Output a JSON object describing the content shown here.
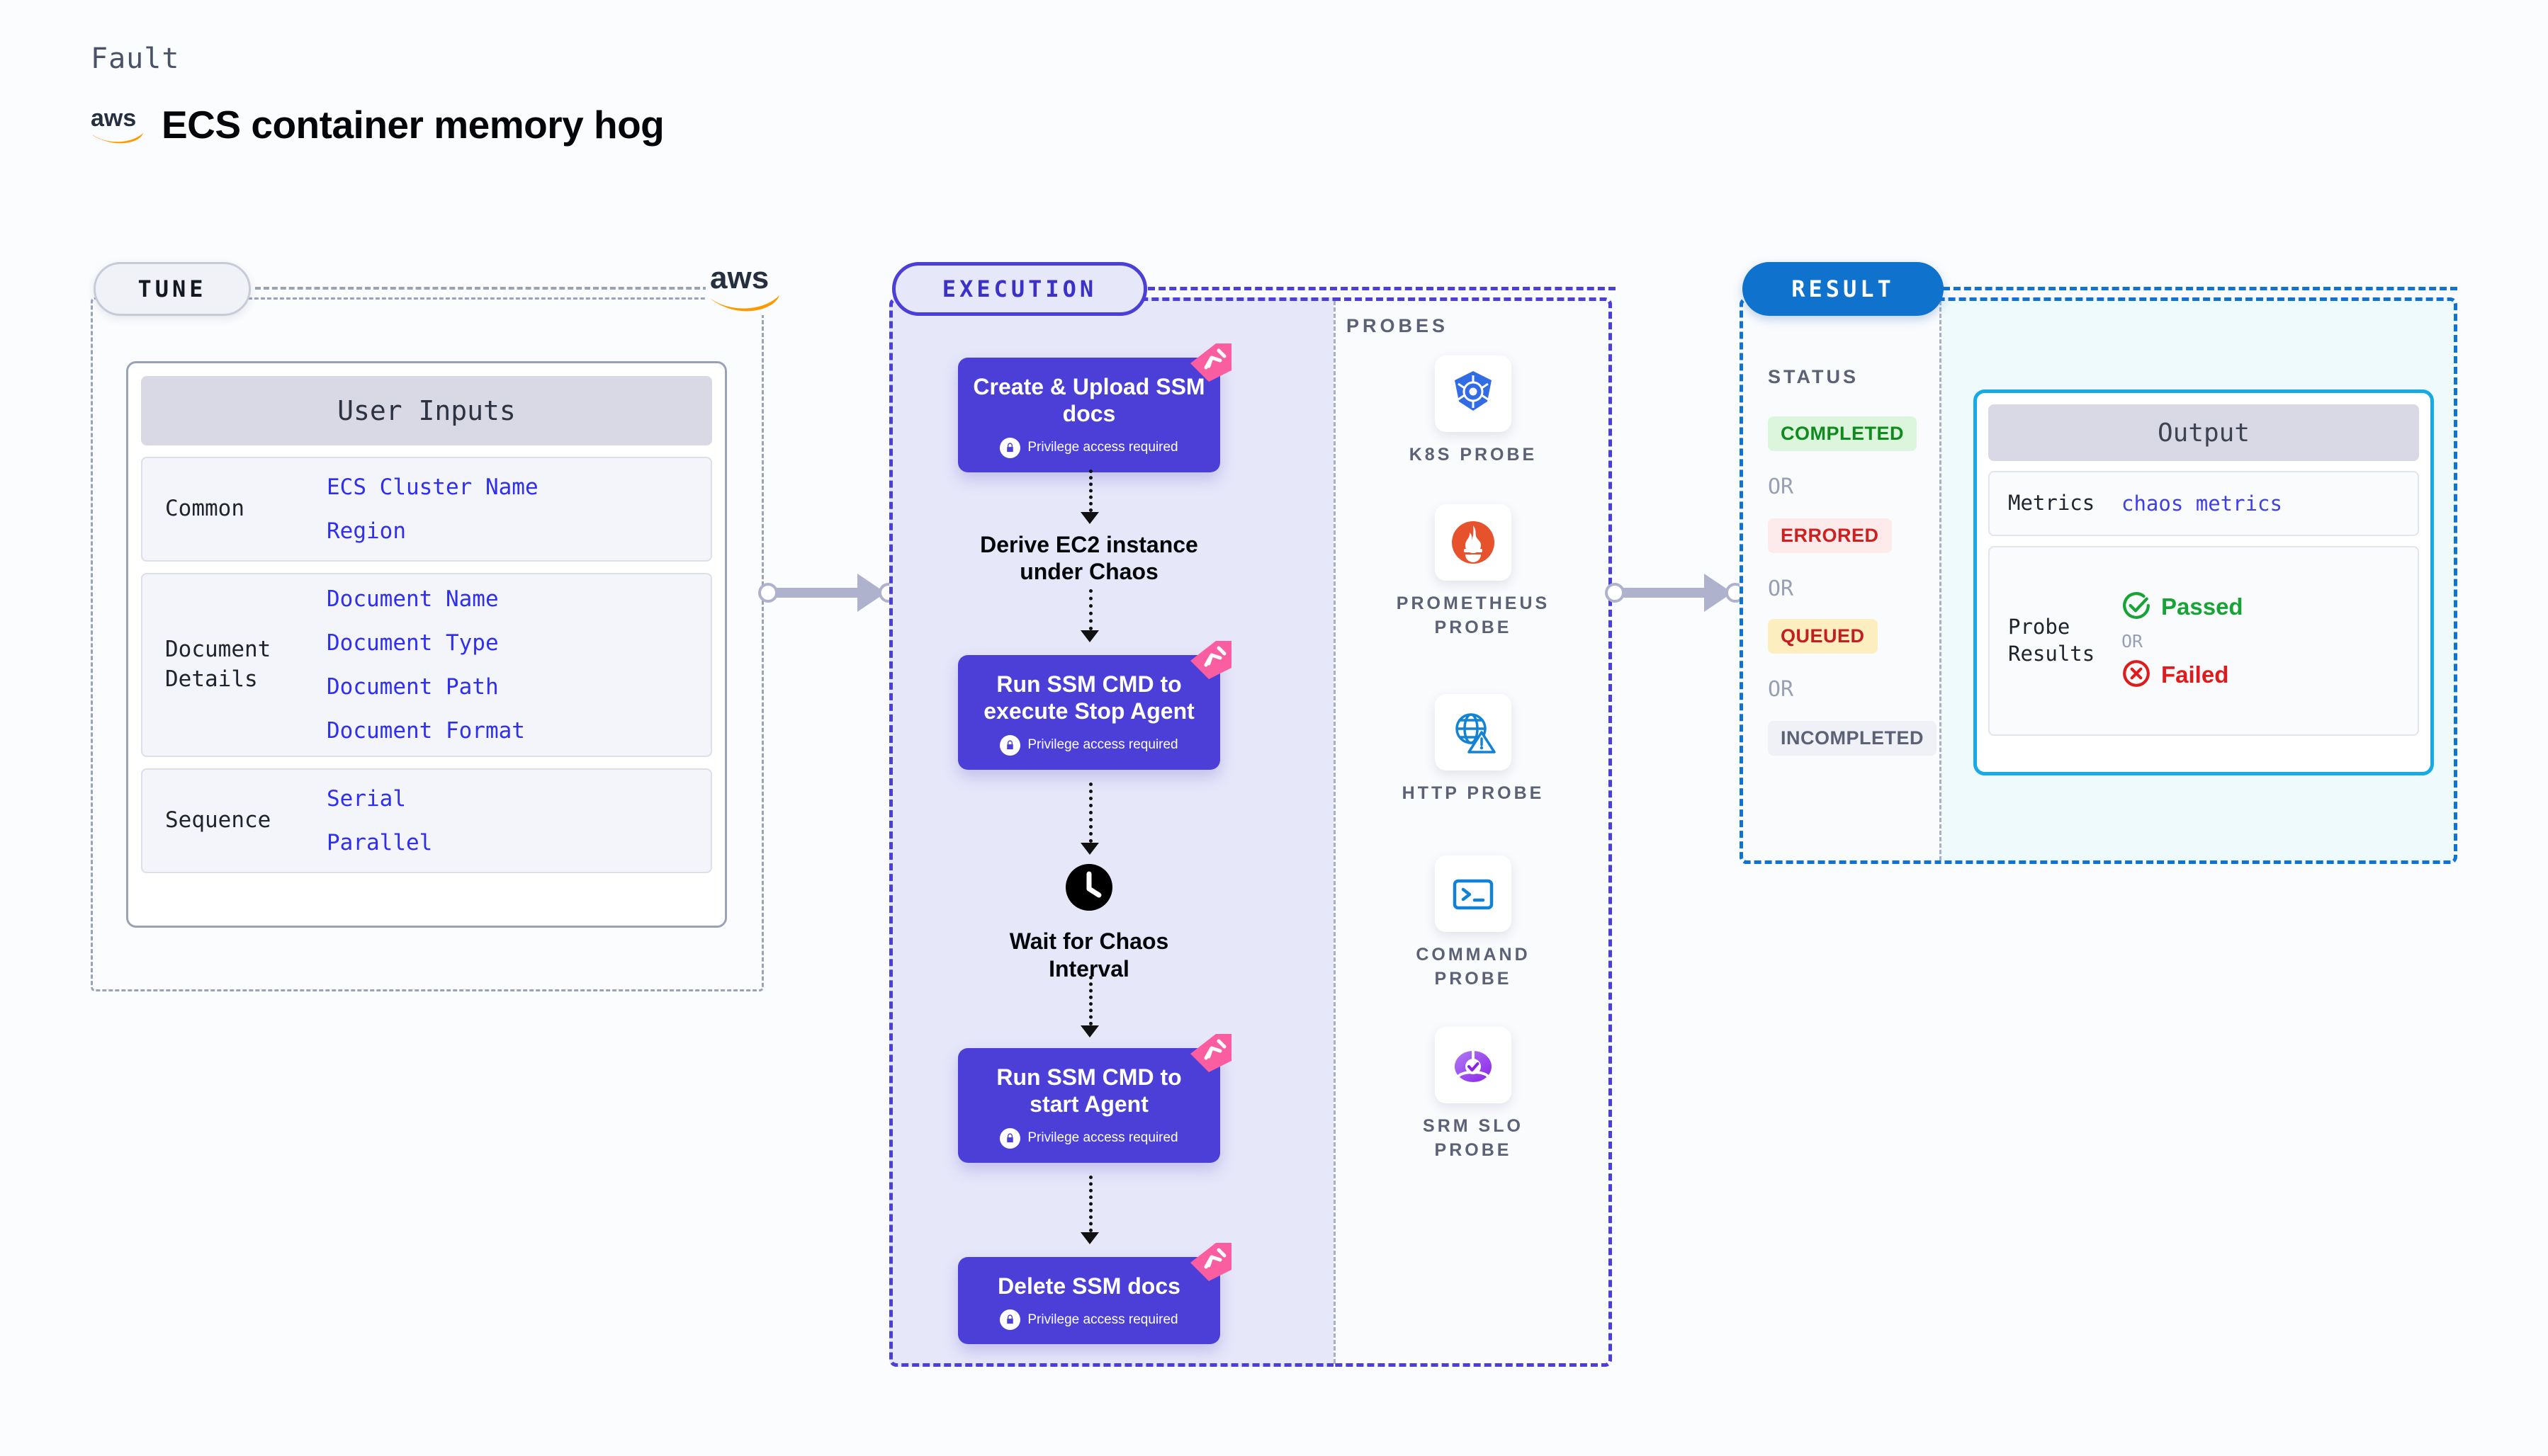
{
  "header": {
    "kicker": "Fault",
    "title": "ECS container memory hog",
    "logo": "aws-logo"
  },
  "tune": {
    "pill": "TUNE",
    "logo": "aws-logo",
    "card_title": "User Inputs",
    "groups": [
      {
        "label": "Common",
        "values": [
          "ECS Cluster Name",
          "Region"
        ]
      },
      {
        "label": "Document Details",
        "values": [
          "Document Name",
          "Document Type",
          "Document Path",
          "Document Format"
        ]
      },
      {
        "label": "Sequence",
        "values": [
          "Serial",
          "Parallel"
        ]
      }
    ]
  },
  "execution": {
    "pill": "EXECUTION",
    "steps": [
      {
        "title": "Create & Upload SSM docs",
        "note": "Privilege access required",
        "type": "card"
      },
      {
        "title": "Derive EC2 instance under Chaos",
        "type": "plain"
      },
      {
        "title": "Run SSM CMD to execute Stop Agent",
        "note": "Privilege access required",
        "type": "card"
      },
      {
        "title": "Wait for Chaos Interval",
        "type": "plain-clock"
      },
      {
        "title": "Run SSM CMD to start Agent",
        "note": "Privilege access required",
        "type": "card"
      },
      {
        "title": "Delete SSM docs",
        "note": "Privilege access required",
        "type": "card"
      }
    ]
  },
  "probes": {
    "title": "PROBES",
    "items": [
      {
        "label": "K8S PROBE",
        "icon": "kubernetes-icon"
      },
      {
        "label": "PROMETHEUS PROBE",
        "icon": "prometheus-icon"
      },
      {
        "label": "HTTP PROBE",
        "icon": "http-globe-icon"
      },
      {
        "label": "COMMAND PROBE",
        "icon": "terminal-icon"
      },
      {
        "label": "SRM SLO PROBE",
        "icon": "srm-slo-icon"
      }
    ]
  },
  "result": {
    "pill": "RESULT",
    "status_title": "STATUS",
    "or": "OR",
    "statuses": [
      {
        "label": "COMPLETED",
        "bg": "#dcf5dd",
        "color": "#0f8a1d"
      },
      {
        "label": "ERRORED",
        "bg": "#fdeaea",
        "color": "#cf1f1f"
      },
      {
        "label": "QUEUED",
        "bg": "#fdeec0",
        "color": "#c21f1f"
      },
      {
        "label": "INCOMPLETED",
        "bg": "#eff1f6",
        "color": "#5b6276"
      }
    ],
    "output": {
      "title": "Output",
      "metrics_label": "Metrics",
      "metrics_value": "chaos metrics",
      "probe_label": "Probe Results",
      "passed": "Passed",
      "failed": "Failed",
      "or": "OR"
    }
  },
  "colors": {
    "indigo": "#4b3fd8",
    "pink_badge": "#fb5ea0",
    "result_blue": "#0f72cd",
    "output_border": "#17aae5",
    "aws_orange": "#f90"
  }
}
